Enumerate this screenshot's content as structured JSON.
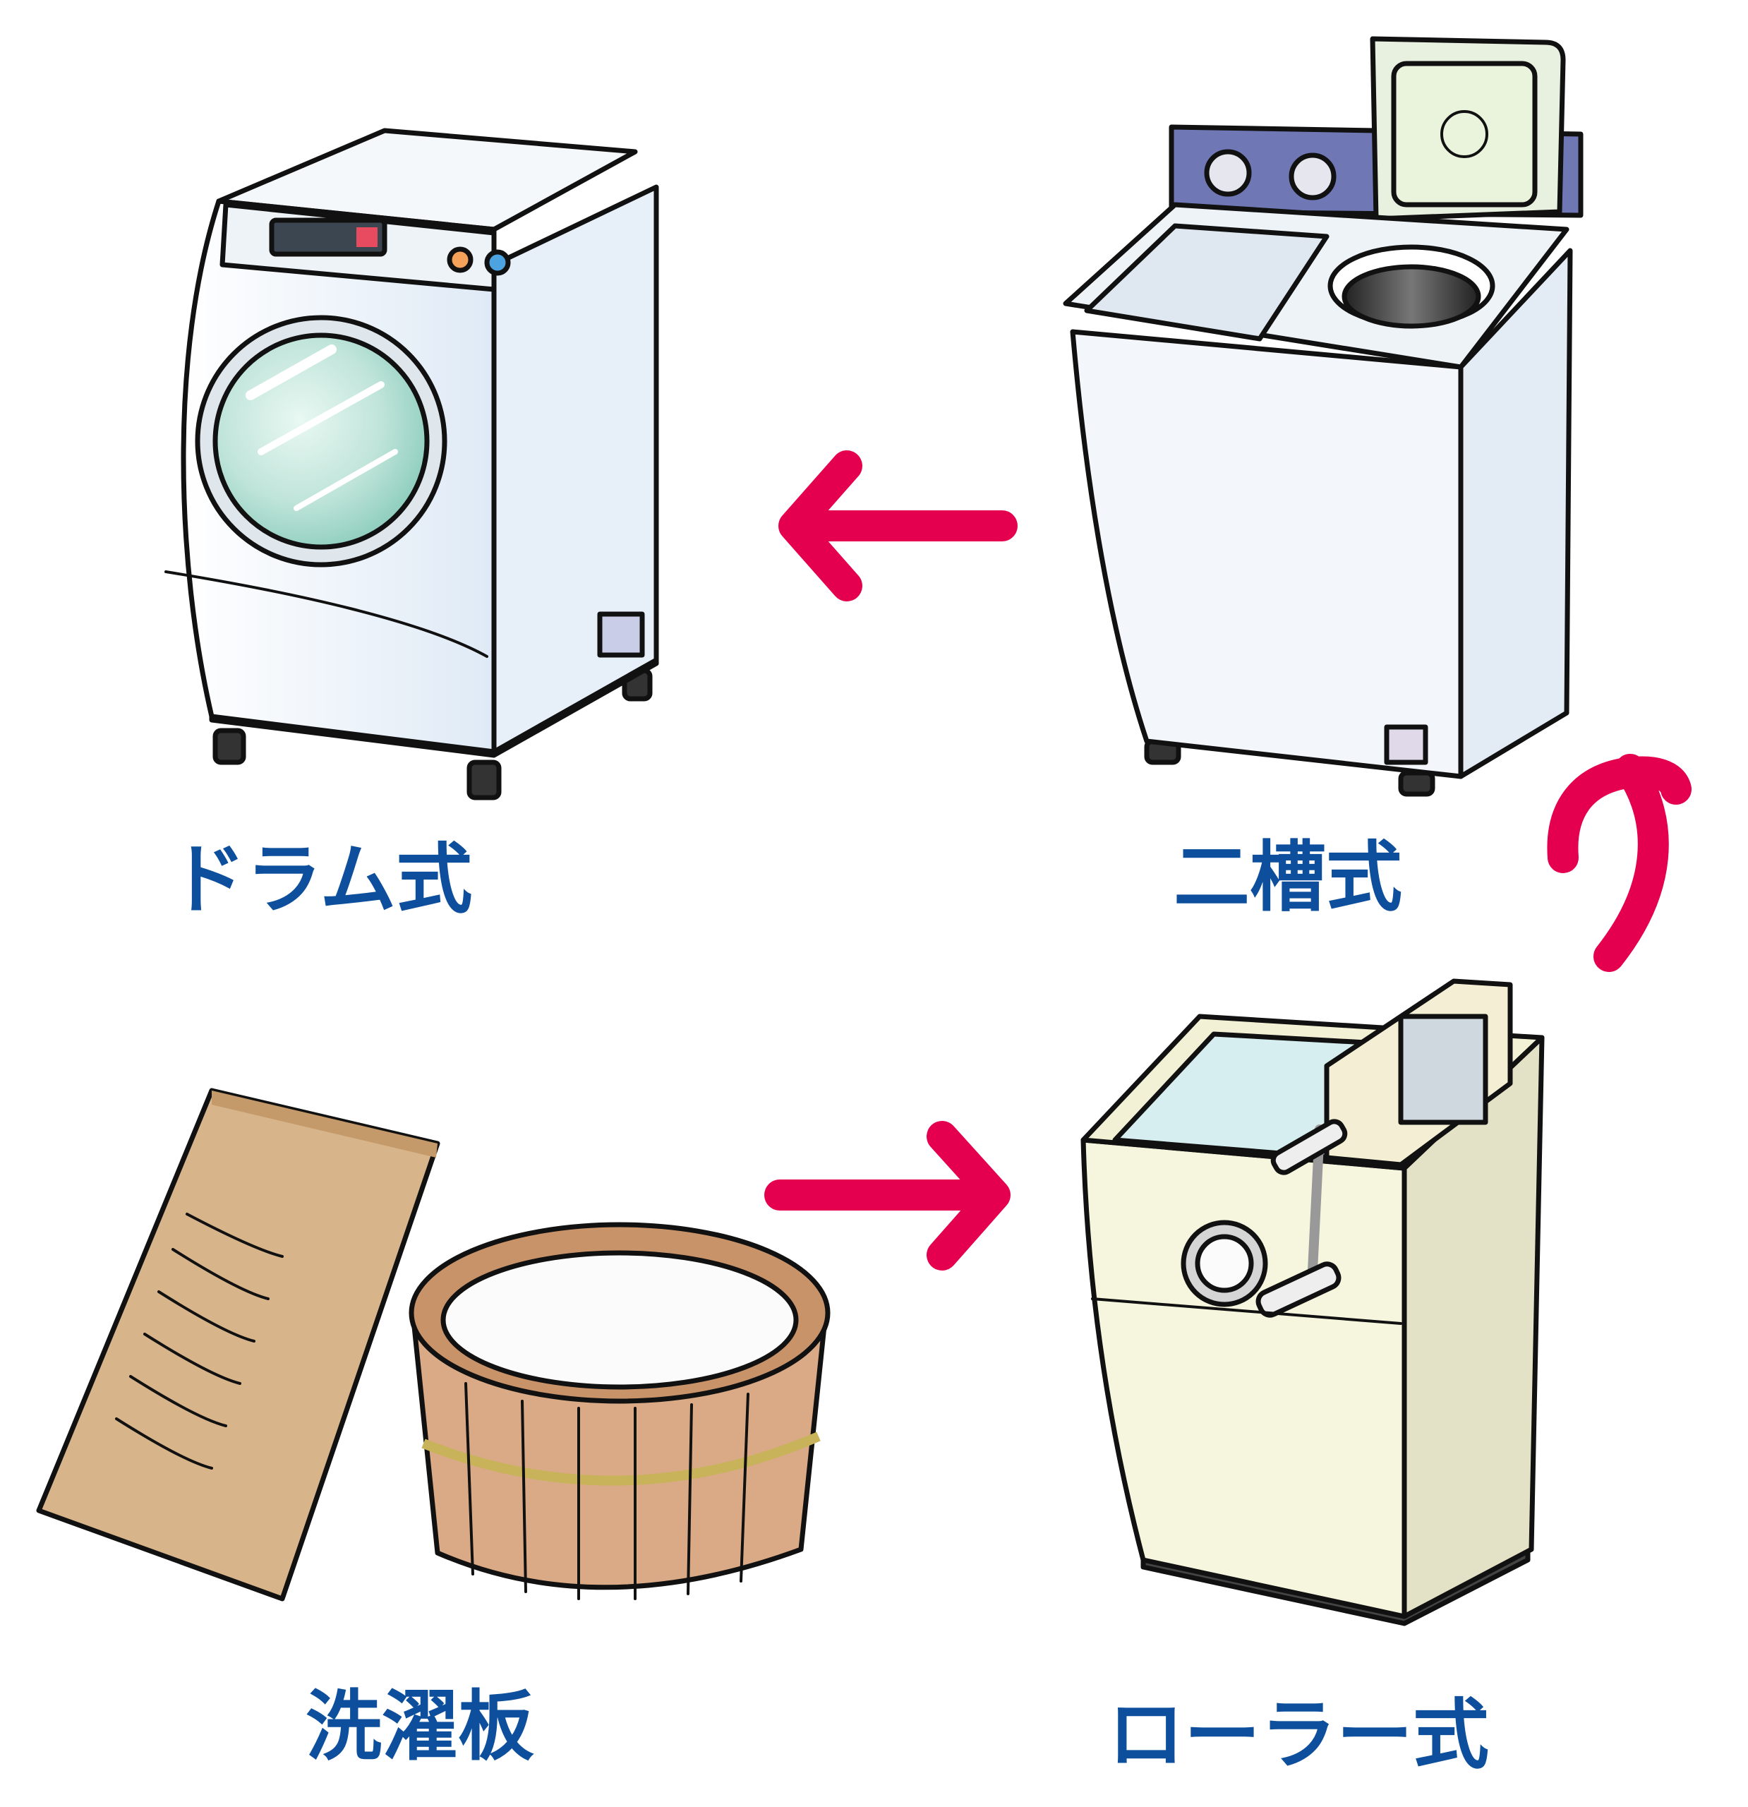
{
  "colors": {
    "label": "#0d4f9c",
    "arrow": "#e5004f",
    "drum_body": "#eef4fa",
    "twintub_panel": "#6f78b5",
    "roller_body": "#f6f5dd",
    "wood_light": "#d7b48a",
    "wood_tub": "#d9aa85"
  },
  "items": [
    {
      "id": "drum",
      "label": "ドラム式",
      "icon": "drum-washing-machine"
    },
    {
      "id": "twintub",
      "label": "二槽式",
      "icon": "twin-tub-washing-machine"
    },
    {
      "id": "washboard",
      "label": "洗濯板",
      "icon": "washboard-and-wooden-tub"
    },
    {
      "id": "roller",
      "label": "ローラー式",
      "icon": "roller-wringer-washing-machine"
    }
  ],
  "arrows": [
    {
      "from": "washboard",
      "to": "roller"
    },
    {
      "from": "roller",
      "to": "twintub"
    },
    {
      "from": "twintub",
      "to": "drum"
    }
  ]
}
